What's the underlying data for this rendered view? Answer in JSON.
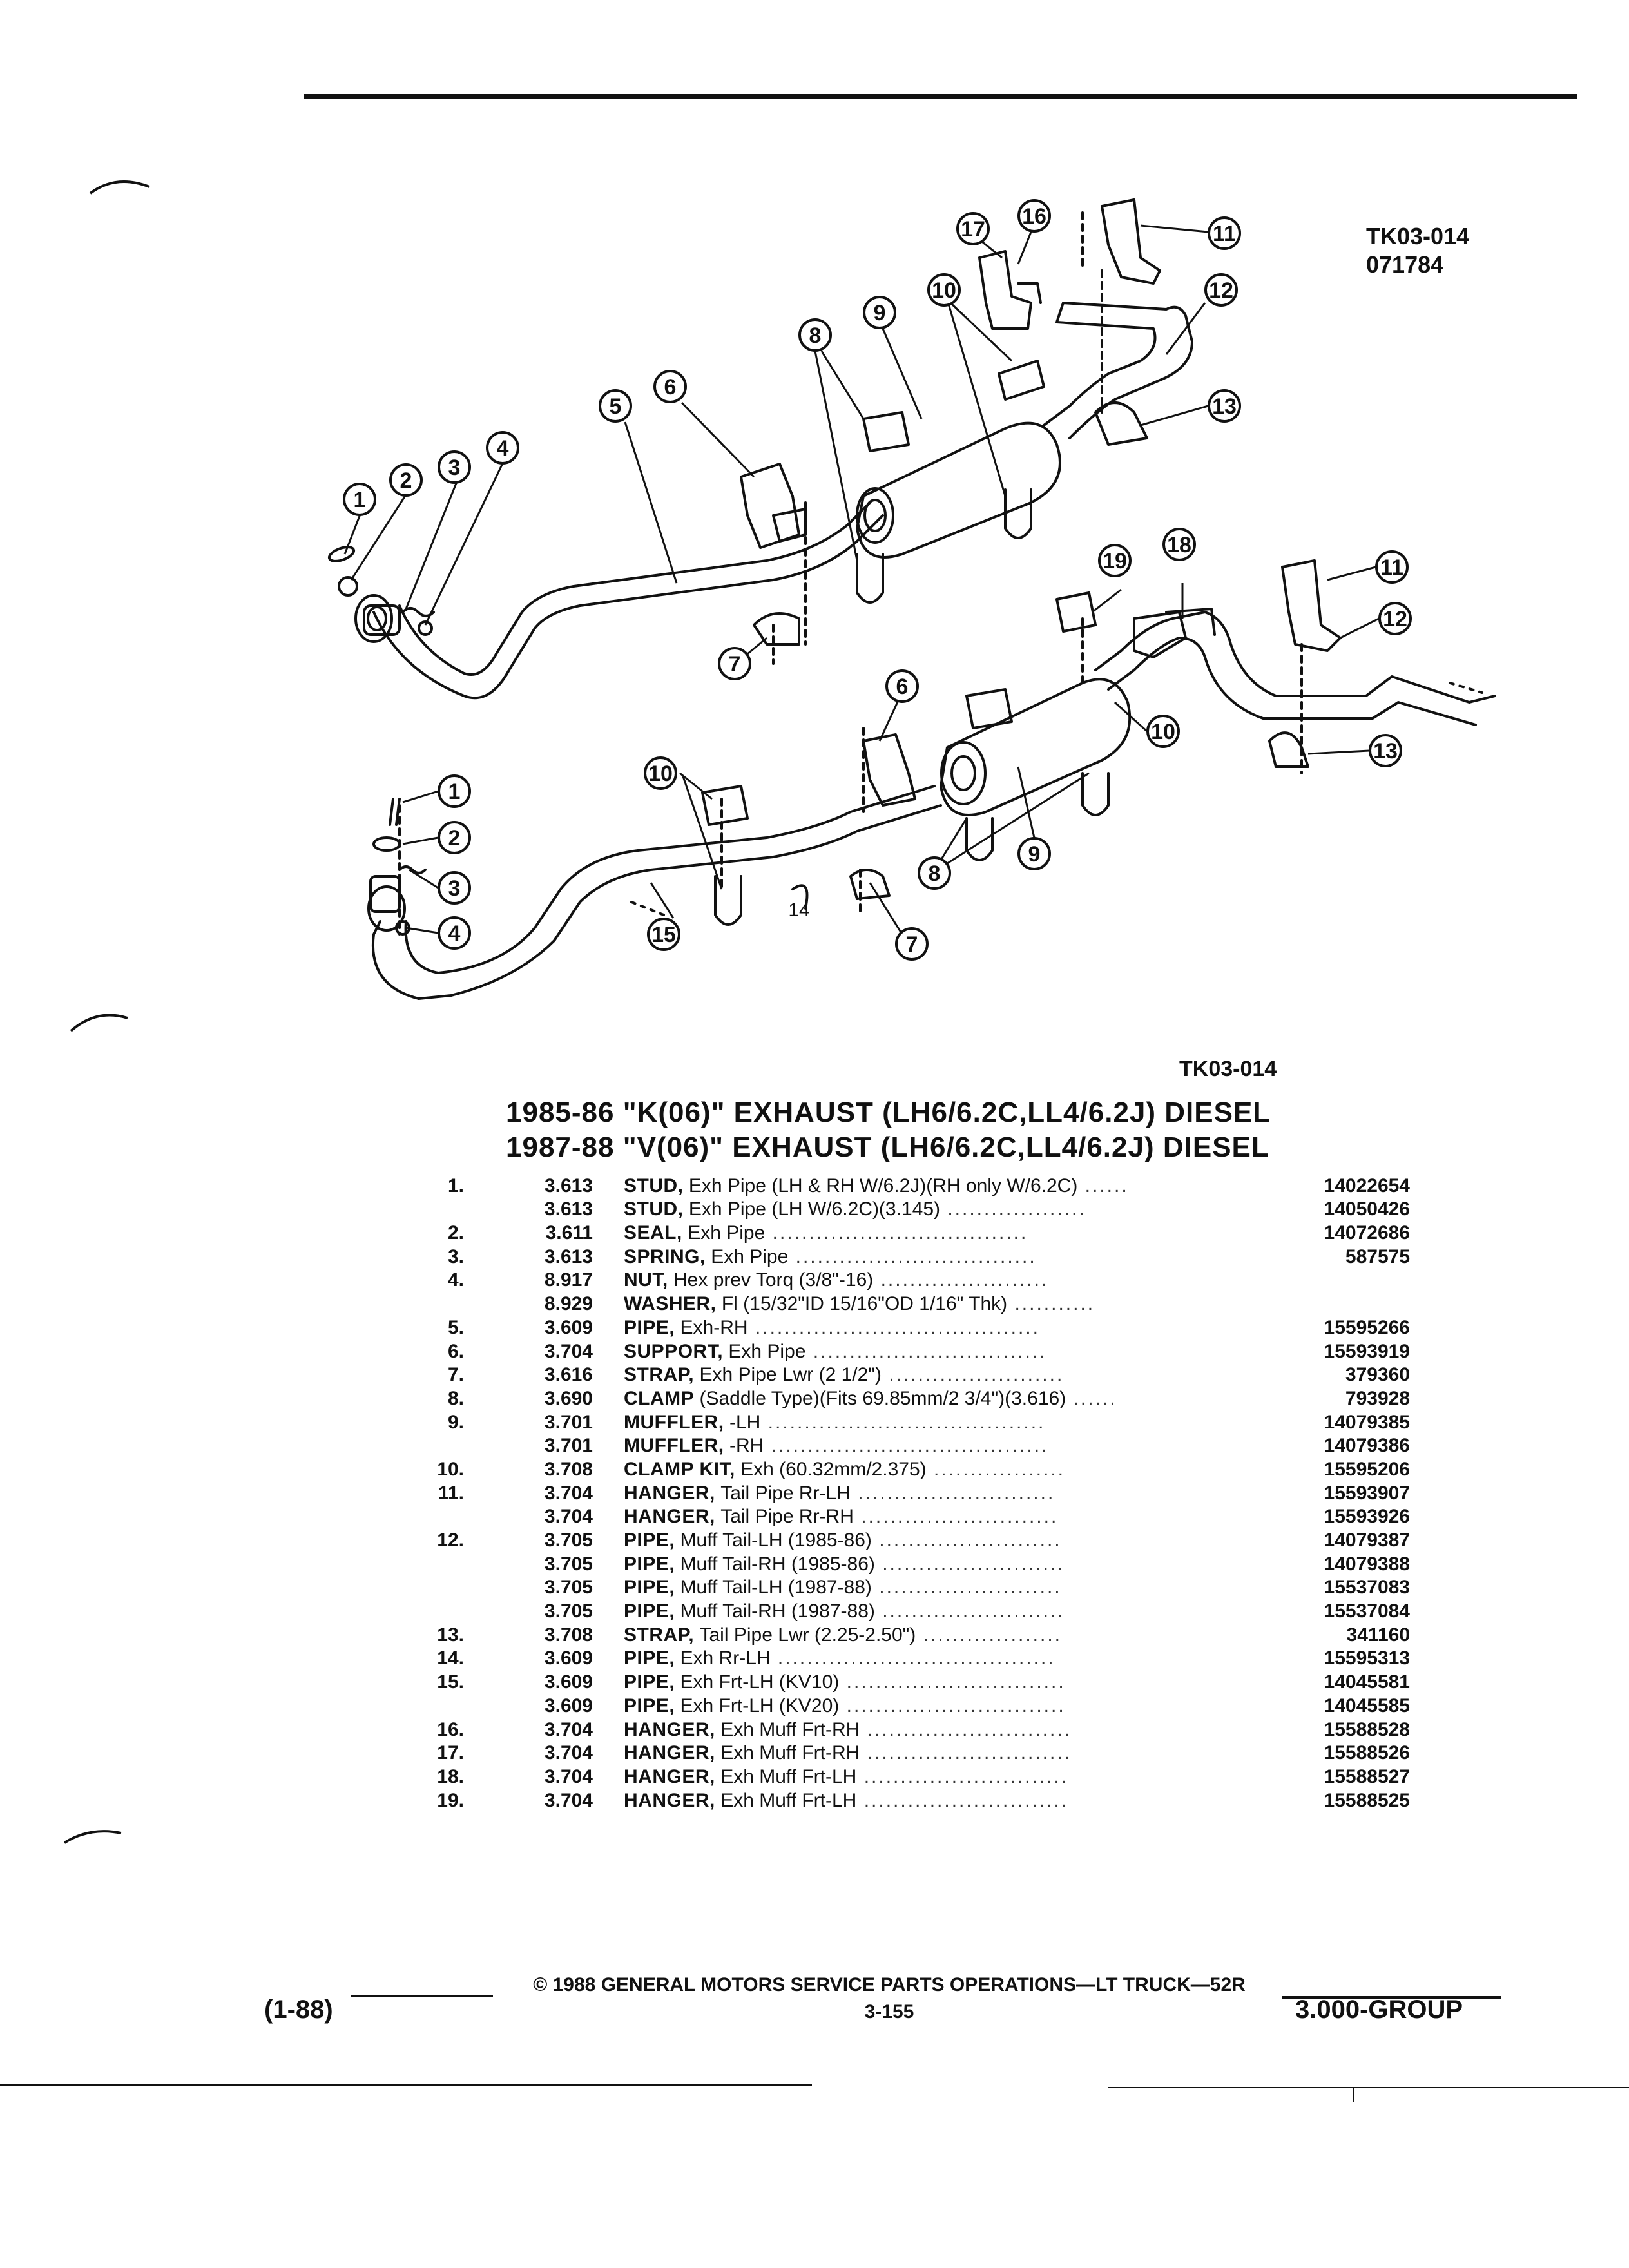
{
  "header": {
    "diagram_ref": "TK03-014",
    "diagram_date": "071784",
    "diagram_caption": "TK03-014"
  },
  "titles": {
    "line1": "1985-86 \"K(06)\" EXHAUST (LH6/6.2C,LL4/6.2J) DIESEL",
    "line2": "1987-88 \"V(06)\" EXHAUST (LH6/6.2C,LL4/6.2J) DIESEL"
  },
  "callouts": {
    "c1": "1",
    "c2": "2",
    "c3": "3",
    "c4": "4",
    "c5": "5",
    "c6": "6",
    "c7": "7",
    "c8": "8",
    "c9": "9",
    "c10": "10",
    "c11": "11",
    "c12": "12",
    "c13": "13",
    "c14": "14",
    "c15": "15",
    "c16": "16",
    "c17": "17",
    "c18": "18",
    "c19": "19"
  },
  "parts": [
    {
      "idx": "1.",
      "group": "3.613",
      "name": "STUD,",
      "desc": "Exh Pipe (LH & RH W/6.2J)(RH only W/6.2C)",
      "dots": " ......",
      "pn": "14022654"
    },
    {
      "idx": "",
      "group": "3.613",
      "name": "STUD,",
      "desc": "Exh Pipe (LH W/6.2C)(3.145)",
      "dots": " ...................",
      "pn": "14050426"
    },
    {
      "idx": "2.",
      "group": "3.611",
      "name": "SEAL,",
      "desc": "Exh Pipe",
      "dots": " ...................................",
      "pn": "14072686"
    },
    {
      "idx": "3.",
      "group": "3.613",
      "name": "SPRING,",
      "desc": "Exh Pipe",
      "dots": " .................................",
      "pn": "587575"
    },
    {
      "idx": "4.",
      "group": "8.917",
      "name": "NUT,",
      "desc": "Hex prev Torq (3/8\"-16)",
      "dots": " .......................",
      "pn": ""
    },
    {
      "idx": "",
      "group": "8.929",
      "name": "WASHER,",
      "desc": "Fl (15/32\"ID 15/16\"OD 1/16\" Thk)",
      "dots": " ...........",
      "pn": ""
    },
    {
      "idx": "5.",
      "group": "3.609",
      "name": "PIPE,",
      "desc": "Exh-RH",
      "dots": " .......................................",
      "pn": "15595266"
    },
    {
      "idx": "6.",
      "group": "3.704",
      "name": "SUPPORT,",
      "desc": "Exh Pipe",
      "dots": " ................................",
      "pn": "15593919"
    },
    {
      "idx": "7.",
      "group": "3.616",
      "name": "STRAP,",
      "desc": "Exh Pipe Lwr (2 1/2\")",
      "dots": " ........................",
      "pn": "379360"
    },
    {
      "idx": "8.",
      "group": "3.690",
      "name": "CLAMP",
      "desc": "(Saddle Type)(Fits 69.85mm/2 3/4\")(3.616)",
      "dots": " ......",
      "pn": "793928"
    },
    {
      "idx": "9.",
      "group": "3.701",
      "name": "MUFFLER,",
      "desc": "-LH",
      "dots": " ......................................",
      "pn": "14079385"
    },
    {
      "idx": "",
      "group": "3.701",
      "name": "MUFFLER,",
      "desc": "-RH",
      "dots": " ......................................",
      "pn": "14079386"
    },
    {
      "idx": "10.",
      "group": "3.708",
      "name": "CLAMP KIT,",
      "desc": "Exh (60.32mm/2.375)",
      "dots": " ..................",
      "pn": "15595206"
    },
    {
      "idx": "11.",
      "group": "3.704",
      "name": "HANGER,",
      "desc": "Tail Pipe Rr-LH",
      "dots": " ...........................",
      "pn": "15593907"
    },
    {
      "idx": "",
      "group": "3.704",
      "name": "HANGER,",
      "desc": "Tail Pipe Rr-RH",
      "dots": " ...........................",
      "pn": "15593926"
    },
    {
      "idx": "12.",
      "group": "3.705",
      "name": "PIPE,",
      "desc": "Muff Tail-LH (1985-86)",
      "dots": " .........................",
      "pn": "14079387"
    },
    {
      "idx": "",
      "group": "3.705",
      "name": "PIPE,",
      "desc": "Muff Tail-RH (1985-86)",
      "dots": " .........................",
      "pn": "14079388"
    },
    {
      "idx": "",
      "group": "3.705",
      "name": "PIPE,",
      "desc": "Muff Tail-LH (1987-88)",
      "dots": " .........................",
      "pn": "15537083"
    },
    {
      "idx": "",
      "group": "3.705",
      "name": "PIPE,",
      "desc": "Muff Tail-RH (1987-88)",
      "dots": " .........................",
      "pn": "15537084"
    },
    {
      "idx": "13.",
      "group": "3.708",
      "name": "STRAP,",
      "desc": "Tail Pipe Lwr (2.25-2.50\")",
      "dots": " ...................",
      "pn": "341160"
    },
    {
      "idx": "14.",
      "group": "3.609",
      "name": "PIPE,",
      "desc": "Exh Rr-LH",
      "dots": " ......................................",
      "pn": "15595313"
    },
    {
      "idx": "15.",
      "group": "3.609",
      "name": "PIPE,",
      "desc": "Exh Frt-LH (KV10)",
      "dots": " ..............................",
      "pn": "14045581"
    },
    {
      "idx": "",
      "group": "3.609",
      "name": "PIPE,",
      "desc": "Exh Frt-LH (KV20)",
      "dots": " ..............................",
      "pn": "14045585"
    },
    {
      "idx": "16.",
      "group": "3.704",
      "name": "HANGER,",
      "desc": "Exh Muff Frt-RH",
      "dots": " ............................",
      "pn": "15588528"
    },
    {
      "idx": "17.",
      "group": "3.704",
      "name": "HANGER,",
      "desc": "Exh Muff Frt-RH",
      "dots": " ............................",
      "pn": "15588526"
    },
    {
      "idx": "18.",
      "group": "3.704",
      "name": "HANGER,",
      "desc": "Exh Muff Frt-LH",
      "dots": " ............................",
      "pn": "15588527"
    },
    {
      "idx": "19.",
      "group": "3.704",
      "name": "HANGER,",
      "desc": "Exh Muff Frt-LH",
      "dots": " ............................",
      "pn": "15588525"
    }
  ],
  "footer": {
    "left": "(1-88)",
    "copyright": "© 1988 GENERAL MOTORS SERVICE PARTS OPERATIONS—LT TRUCK—52R",
    "page": "3-155",
    "right": "3.000-GROUP"
  }
}
